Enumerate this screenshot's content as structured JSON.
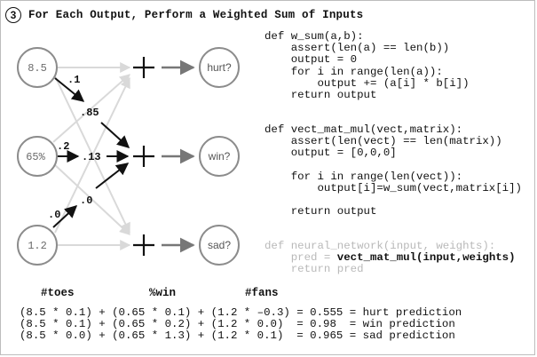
{
  "header": {
    "step": "3",
    "title": "For Each Output, Perform a Weighted Sum of Inputs"
  },
  "network": {
    "inputs": [
      "8.5",
      "65%",
      "1.2"
    ],
    "outputs": [
      "hurt?",
      "win?",
      "sad?"
    ],
    "weight_labels": [
      ".1",
      ".85",
      ".2",
      ".13",
      ".0",
      ".0"
    ]
  },
  "code": {
    "w_sum": [
      "def w_sum(a,b):",
      "    assert(len(a) == len(b))",
      "    output = 0",
      "    for i in range(len(a)):",
      "        output += (a[i] * b[i])",
      "    return output"
    ],
    "vect_mat_mul": [
      "def vect_mat_mul(vect,matrix):",
      "    assert(len(vect) == len(matrix))",
      "    output = [0,0,0]",
      "",
      "    for i in range(len(vect)):",
      "        output[i]=w_sum(vect,matrix[i])",
      "",
      "    return output"
    ],
    "nn_line1": "def neural_network(input, weights):",
    "nn_pred_prefix": "    pred = ",
    "nn_pred_call": "vect_mat_mul(input,weights)",
    "nn_line3": "    return pred"
  },
  "columns": [
    "#toes",
    "%win",
    "#fans"
  ],
  "calculations": [
    "(8.5 * 0.1) + (0.65 * 0.1) + (1.2 * –0.3) = 0.555 = hurt prediction",
    "(8.5 * 0.1) + (0.65 * 0.2) + (1.2 * 0.0)  = 0.98  = win prediction",
    "(8.5 * 0.0) + (0.65 * 1.3) + (1.2 * 0.1)  = 0.965 = sad prediction"
  ]
}
